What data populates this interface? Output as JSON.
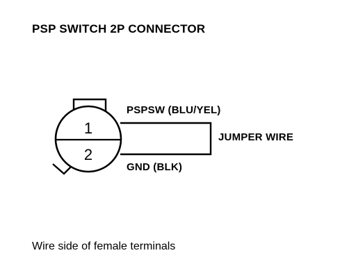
{
  "title": "PSP SWITCH 2P CONNECTOR",
  "connector": {
    "terminal_1": "1",
    "terminal_2": "2"
  },
  "labels": {
    "wire_1": "PSPSW (BLU/YEL)",
    "jumper": "JUMPER WIRE",
    "wire_2": "GND (BLK)"
  },
  "caption": "Wire side of female terminals"
}
